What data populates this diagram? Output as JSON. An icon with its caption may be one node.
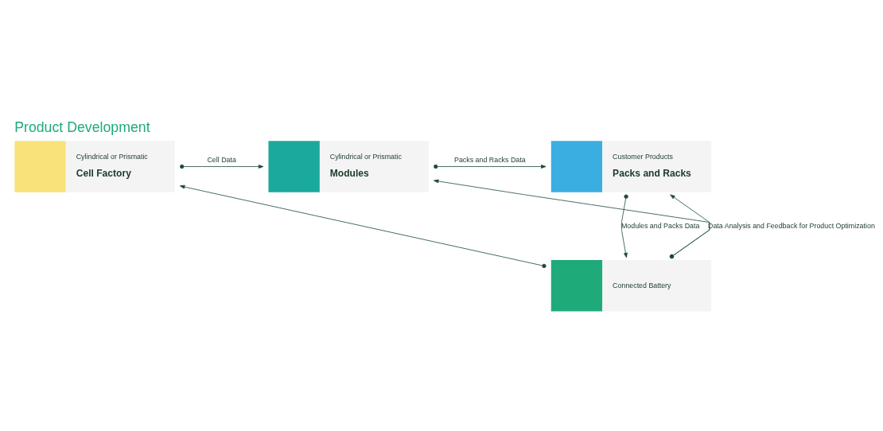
{
  "diagram": {
    "title": "Product Development",
    "nodes": [
      {
        "text": [
          "Cylindrical or Prismatic",
          "Cell Factory"
        ]
      },
      {
        "text": [
          "Cylindrical or Prismatic",
          "Modules"
        ]
      },
      {
        "text": [
          "Customer Products",
          "Packs and Racks"
        ]
      },
      {
        "text": [
          "Connected Battery"
        ]
      }
    ],
    "edges": [
      {
        "from": 0,
        "to": 1,
        "arrow": "to",
        "label": "Cell Data"
      },
      {
        "from": 1,
        "to": 2,
        "arrow": "to",
        "label": "Packs and Racks Data"
      },
      {
        "from": 3,
        "to": 1,
        "arrow": "to",
        "label": "Data Analysis and Feedback for Product Optimization"
      },
      {
        "from": 3,
        "to": 0,
        "arrow": "to"
      },
      {
        "from": 3,
        "to": 2,
        "arrow": "to"
      },
      {
        "from": 2,
        "to": 3,
        "arrow": "to",
        "label": "Modules and Packs Data"
      }
    ]
  }
}
